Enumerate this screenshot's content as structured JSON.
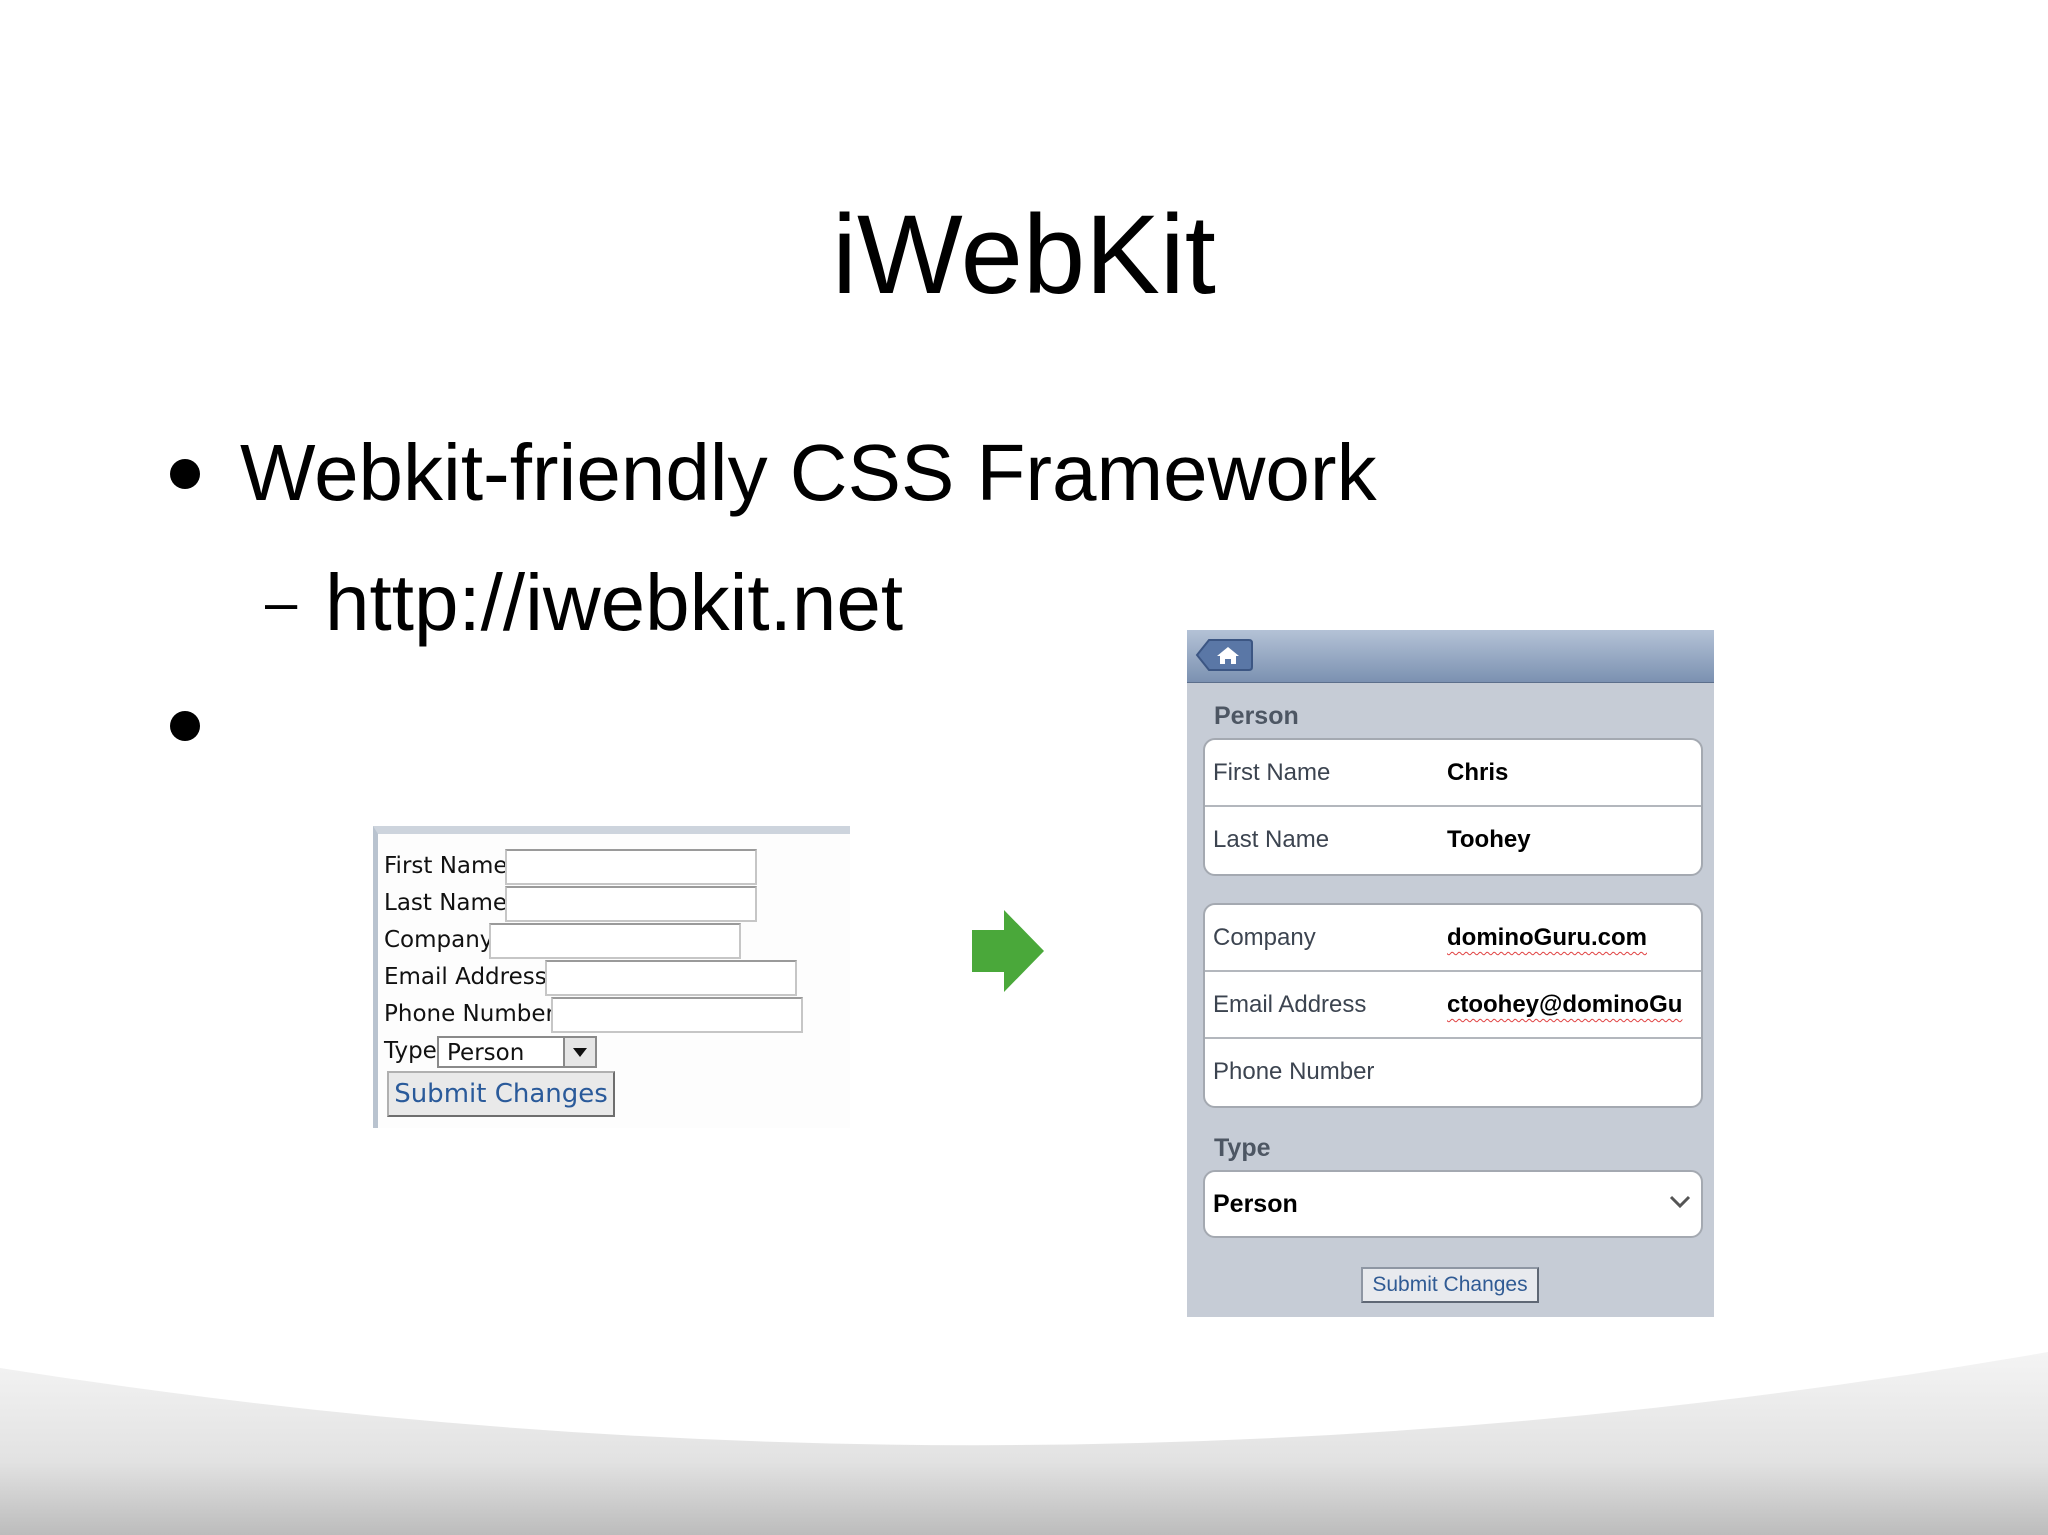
{
  "slide": {
    "title": "iWebKit",
    "bullets": [
      {
        "text": "Webkit-friendly CSS Framework"
      },
      {
        "text": "http://iwebkit.net"
      },
      {
        "text": ""
      }
    ]
  },
  "plain_form": {
    "first_name_label": "First Name",
    "last_name_label": "Last Name",
    "company_label": "Company",
    "email_label": "Email Address",
    "phone_label": "Phone Number",
    "type_label": "Type",
    "type_value": "Person",
    "submit_label": "Submit Changes"
  },
  "iwebkit_form": {
    "section_person": "Person",
    "first_name_label": "First Name",
    "first_name_value": "Chris",
    "last_name_label": "Last Name",
    "last_name_value": "Toohey",
    "company_label": "Company",
    "company_value": "dominoGuru.com",
    "email_label": "Email Address",
    "email_value": "ctoohey@dominoGu",
    "phone_label": "Phone Number",
    "phone_value": "",
    "section_type": "Type",
    "type_value": "Person",
    "submit_label": "Submit Changes"
  },
  "colors": {
    "arrow": "#4aa83a",
    "toolbar": "#7b91b1"
  },
  "icons": [
    "home-icon",
    "chevron-down-icon",
    "right-arrow-icon"
  ]
}
